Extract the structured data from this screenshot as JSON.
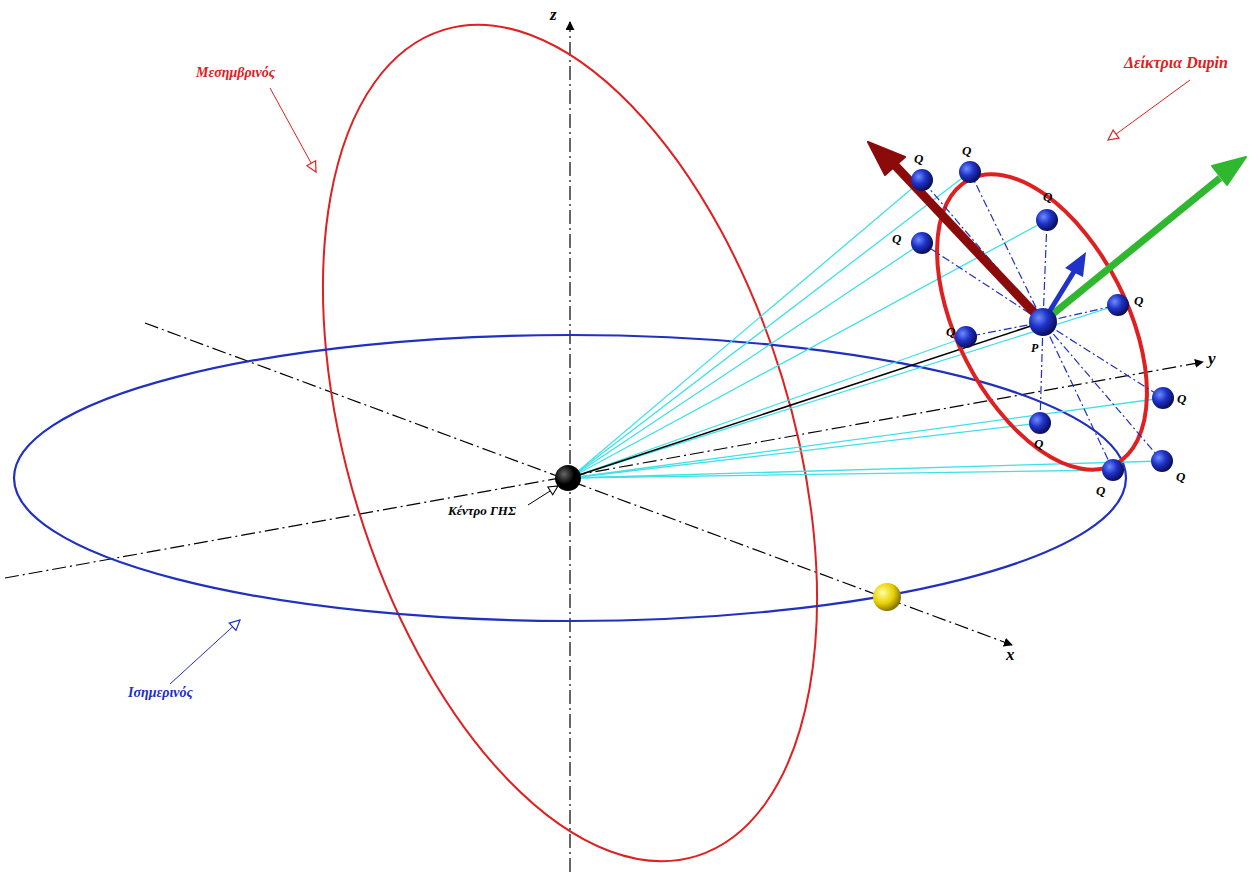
{
  "diagram": {
    "labels": [
      "z",
      "Μεσημβρινός",
      "Δείκτρια Dupin",
      "Q",
      "Q",
      "Q",
      "Q",
      "Q",
      "Q",
      "Q",
      "Q",
      "Q",
      "Q",
      "P",
      "y",
      "Κέντρο ΓΗΣ",
      "Ισημερινός",
      "x"
    ]
  }
}
